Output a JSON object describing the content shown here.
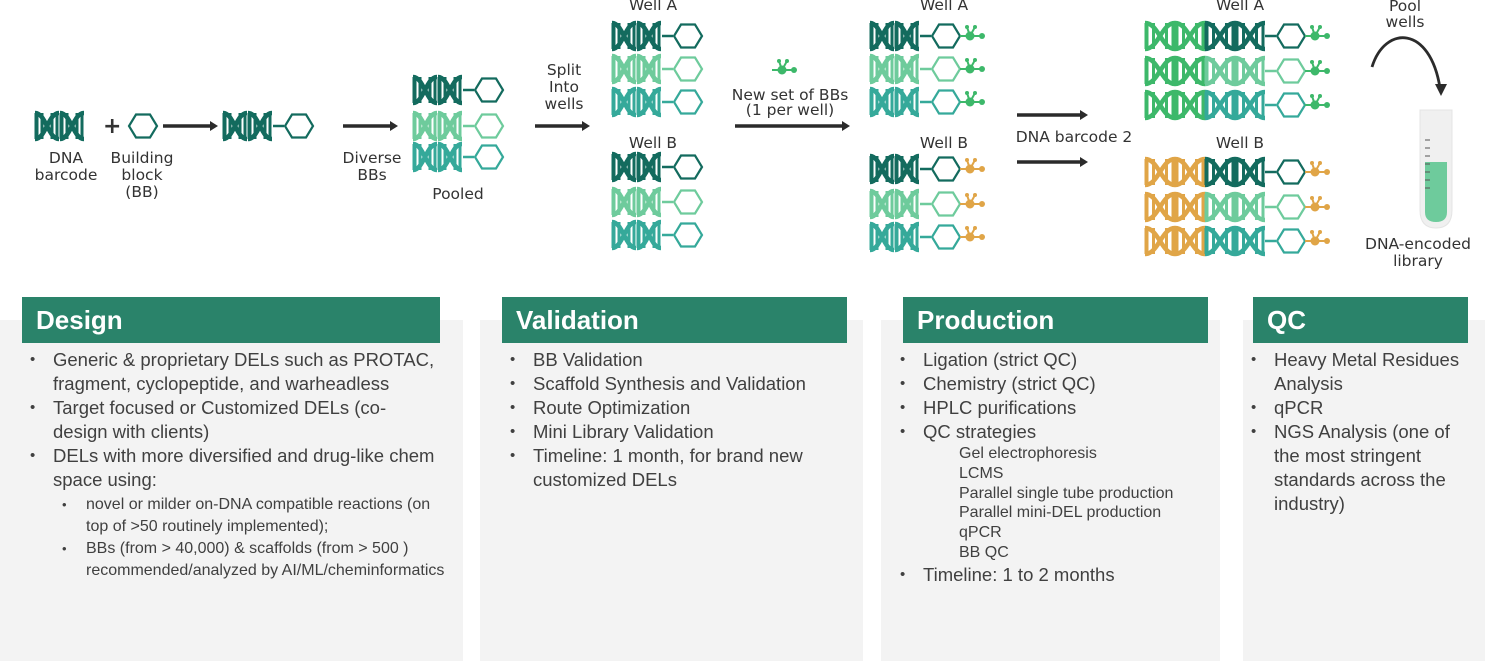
{
  "colors": {
    "dark": "#136b5e",
    "light": "#6ecb9c",
    "mid": "#35a99a",
    "green": "#3db86a",
    "orange": "#e0a547",
    "arrow": "#2b2b2b",
    "header": "#2a836a",
    "panel": "#f3f3f3"
  },
  "diagram": {
    "dna_barcode": "DNA\nbarcode",
    "building_block": "Building\nblock\n(BB)",
    "diverse": "Diverse\nBBs",
    "pooled": "Pooled",
    "split": "Split\nInto\nwells",
    "well_a": "Well A",
    "well_b": "Well B",
    "new_set": "New set of BBs\n(1 per well)",
    "barcode2": "DNA barcode 2",
    "pool_wells": "Pool\nwells",
    "library": "DNA-encoded\nlibrary"
  },
  "panels": {
    "design": {
      "title": "Design",
      "items": [
        "Generic & proprietary DELs such as PROTAC, fragment, cyclopeptide, and warheadless",
        "Target focused or Customized DELs (co-design with clients)",
        "DELs with more diversified and drug-like chem space using:"
      ],
      "sub": [
        "novel or milder on-DNA compatible reactions (on top of >50 routinely implemented);",
        "BBs (from > 40,000) & scaffolds (from > 500 ) recommended/analyzed by AI/ML/cheminformatics"
      ]
    },
    "validation": {
      "title": "Validation",
      "items": [
        "BB Validation",
        "Scaffold Synthesis and Validation",
        "Route Optimization",
        "Mini Library Validation",
        "Timeline: 1 month, for brand new customized DELs"
      ]
    },
    "production": {
      "title": "Production",
      "items": [
        "Ligation (strict QC)",
        "Chemistry (strict QC)",
        "HPLC purifications",
        "QC strategies"
      ],
      "sub": [
        "Gel electrophoresis",
        "LCMS",
        "Parallel single tube production",
        "Parallel mini-DEL production",
        "qPCR",
        "BB QC"
      ],
      "last": "Timeline: 1 to 2 months"
    },
    "qc": {
      "title": "QC",
      "items": [
        "Heavy Metal Residues Analysis",
        "qPCR",
        "NGS Analysis (one of the most stringent standards across the industry)"
      ]
    }
  }
}
